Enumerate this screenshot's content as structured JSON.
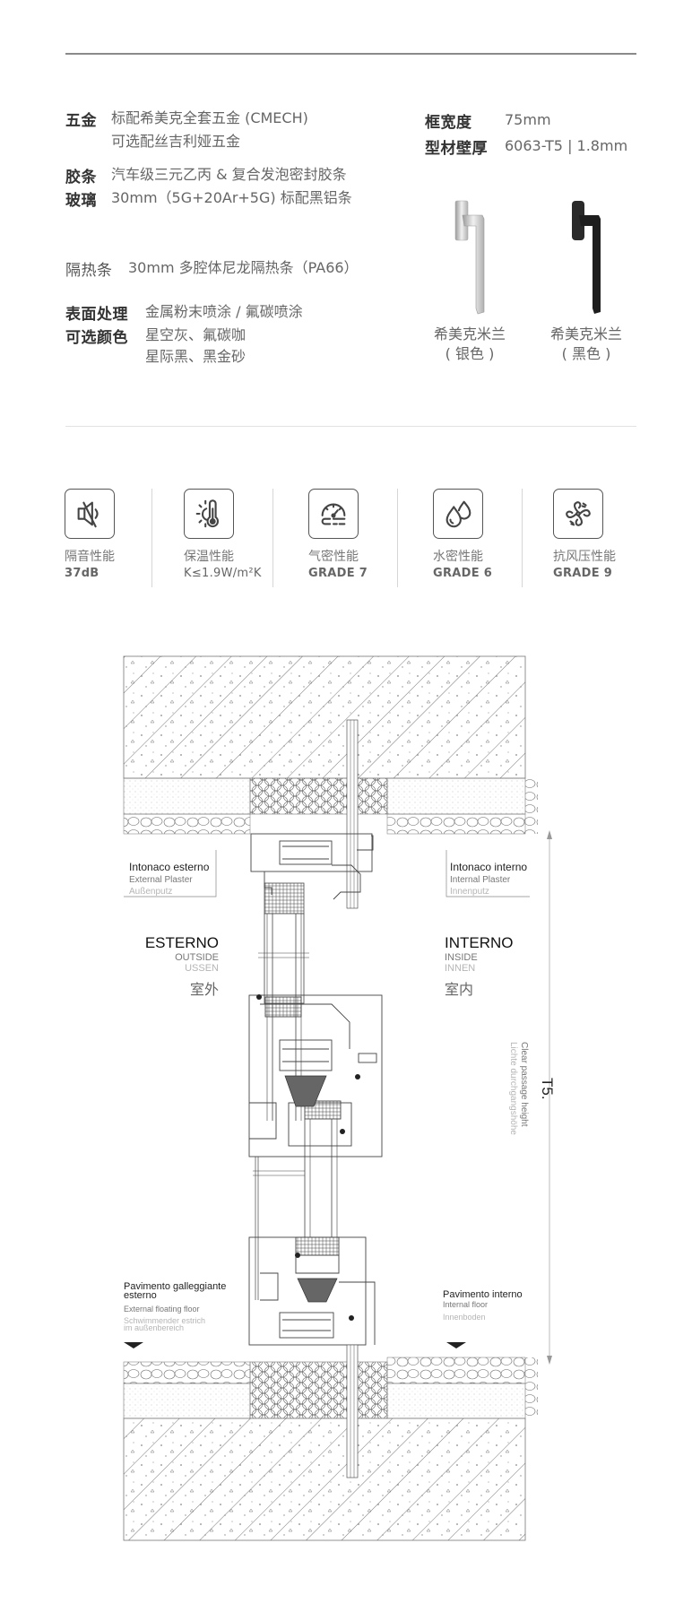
{
  "specs_left": [
    {
      "label": "五金",
      "lines": [
        "标配希美克全套五金 (CMECH)",
        "可选配丝吉利娅五金"
      ]
    },
    {
      "label": "胶条",
      "lines": [
        "汽车级三元乙丙 & 复合发泡密封胶条"
      ]
    },
    {
      "label": "玻璃",
      "lines": [
        "30mm（5G+20Ar+5G) 标配黑铝条"
      ]
    },
    {
      "label": "隔热条",
      "lines": [
        "30mm 多腔体尼龙隔热条（PA66）"
      ]
    },
    {
      "label": "表面处理",
      "lines": [
        "金属粉末喷涂 / 氟碳喷涂"
      ]
    },
    {
      "label": "可选颜色",
      "lines": [
        "星空灰、氟碳咖",
        "星际黑、黑金砂"
      ]
    }
  ],
  "specs_right": [
    {
      "label": "框宽度",
      "value": "75mm"
    },
    {
      "label": "型材壁厚",
      "value": "6063-T5 | 1.8mm"
    }
  ],
  "handles": [
    {
      "name": "希美克米兰",
      "color_label": "( 银色 )",
      "finish": "silver"
    },
    {
      "name": "希美克米兰",
      "color_label": "( 黑色 )",
      "finish": "black"
    }
  ],
  "features": [
    {
      "icon": "sound-insulation-icon",
      "name": "隔音性能",
      "value": "37dB"
    },
    {
      "icon": "thermal-insulation-icon",
      "name": "保温性能",
      "value": "K≤1.9W/m²K"
    },
    {
      "icon": "air-tightness-icon",
      "name": "气密性能",
      "value": "GRADE 7"
    },
    {
      "icon": "water-tightness-icon",
      "name": "水密性能",
      "value": "GRADE 6"
    },
    {
      "icon": "wind-pressure-icon",
      "name": "抗风压性能",
      "value": "GRADE 9"
    }
  ],
  "drawing": {
    "external_plaster": {
      "it": "Intonaco esterno",
      "en": "External Plaster",
      "de": "Außenputz"
    },
    "internal_plaster": {
      "it": "Intonaco interno",
      "en": "Internal Plaster",
      "de": "Innenputz"
    },
    "outside": {
      "it": "ESTERNO",
      "en": "OUTSIDE",
      "de": "USSEN",
      "cn": "室外"
    },
    "inside": {
      "it": "INTERNO",
      "en": "INSIDE",
      "de": "INNEN",
      "cn": "室内"
    },
    "clear_height": {
      "en": "Clear passage height",
      "de": "Lichte durchgangshöhe",
      "code": "T5."
    },
    "external_floor": {
      "it_1": "Pavimento galleggiante",
      "it_2": "esterno",
      "en": "External floating floor",
      "de_1": "Schwimmender estrich",
      "de_2": "im außenbereich"
    },
    "internal_floor": {
      "it": "Pavimento interno",
      "en": "Internal floor",
      "de": "Innenboden"
    }
  }
}
